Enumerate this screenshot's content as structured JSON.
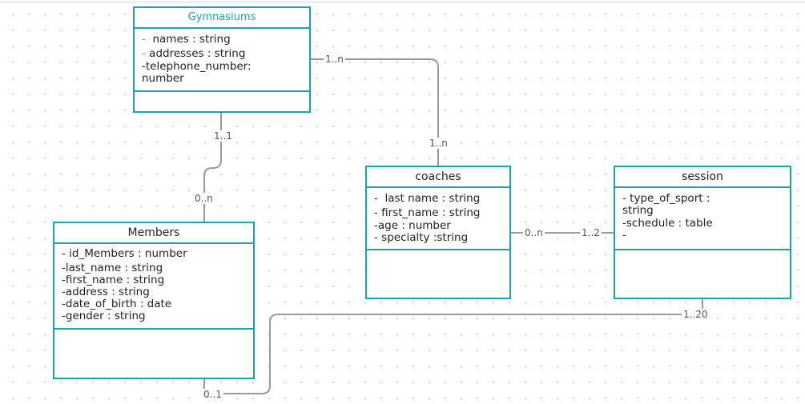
{
  "classes": {
    "gymnasiums": {
      "title": "Gymnasiums",
      "attributes": [
        "names : string",
        "addresses : string",
        "-telephone_number:\nnumber"
      ]
    },
    "members": {
      "title": "Members",
      "attributes": [
        "- id_Members : number",
        "-last_name : string",
        "-first_name : string",
        "-address : string",
        "-date_of_birth : date",
        "-gender : string"
      ]
    },
    "coaches": {
      "title": "coaches",
      "attributes": [
        "-  last name : string",
        "- first_name : string",
        "-age : number",
        "- specialty :string"
      ]
    },
    "session": {
      "title": "session",
      "attributes": [
        "- type_of_sport :\nstring",
        "-schedule : table",
        "-"
      ]
    }
  },
  "multiplicities": {
    "gym_members_top": "1..1",
    "gym_members_bottom": "0..n",
    "gym_coaches_left": "1..n",
    "gym_coaches_bottom": "1..n",
    "coaches_session_left": "0..n",
    "coaches_session_right": "1..2",
    "session_members_top": "1..20",
    "session_members_bottom": "0..1"
  }
}
